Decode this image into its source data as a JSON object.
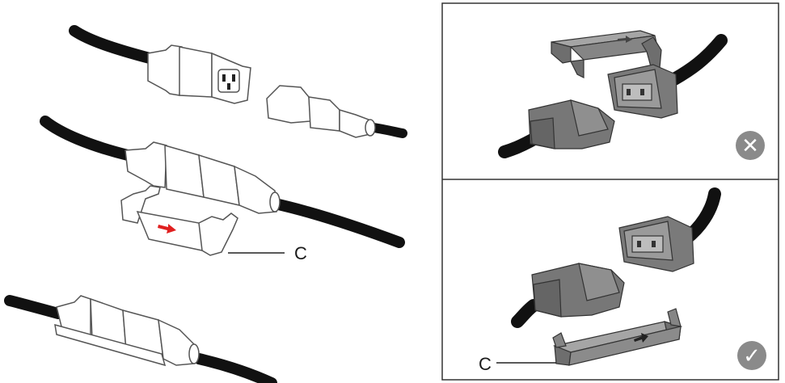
{
  "left_illustration": {
    "callout_label": "C"
  },
  "right_panels": {
    "top_panel": {
      "status": "incorrect",
      "badge_icon": "x-icon",
      "badge_glyph": "✕"
    },
    "bottom_panel": {
      "status": "correct",
      "badge_icon": "check-icon",
      "badge_glyph": "✓",
      "callout_label": "C"
    }
  },
  "colors": {
    "cable": "#111111",
    "plug_outline": "#555555",
    "plug_fill_light": "#ffffff",
    "plug_fill_dark": "#6a6a6a",
    "clip_fill_dark": "#7d7d7d",
    "arrow_red": "#e02020",
    "badge": "#8a8a8a",
    "panel_border": "#333333"
  }
}
